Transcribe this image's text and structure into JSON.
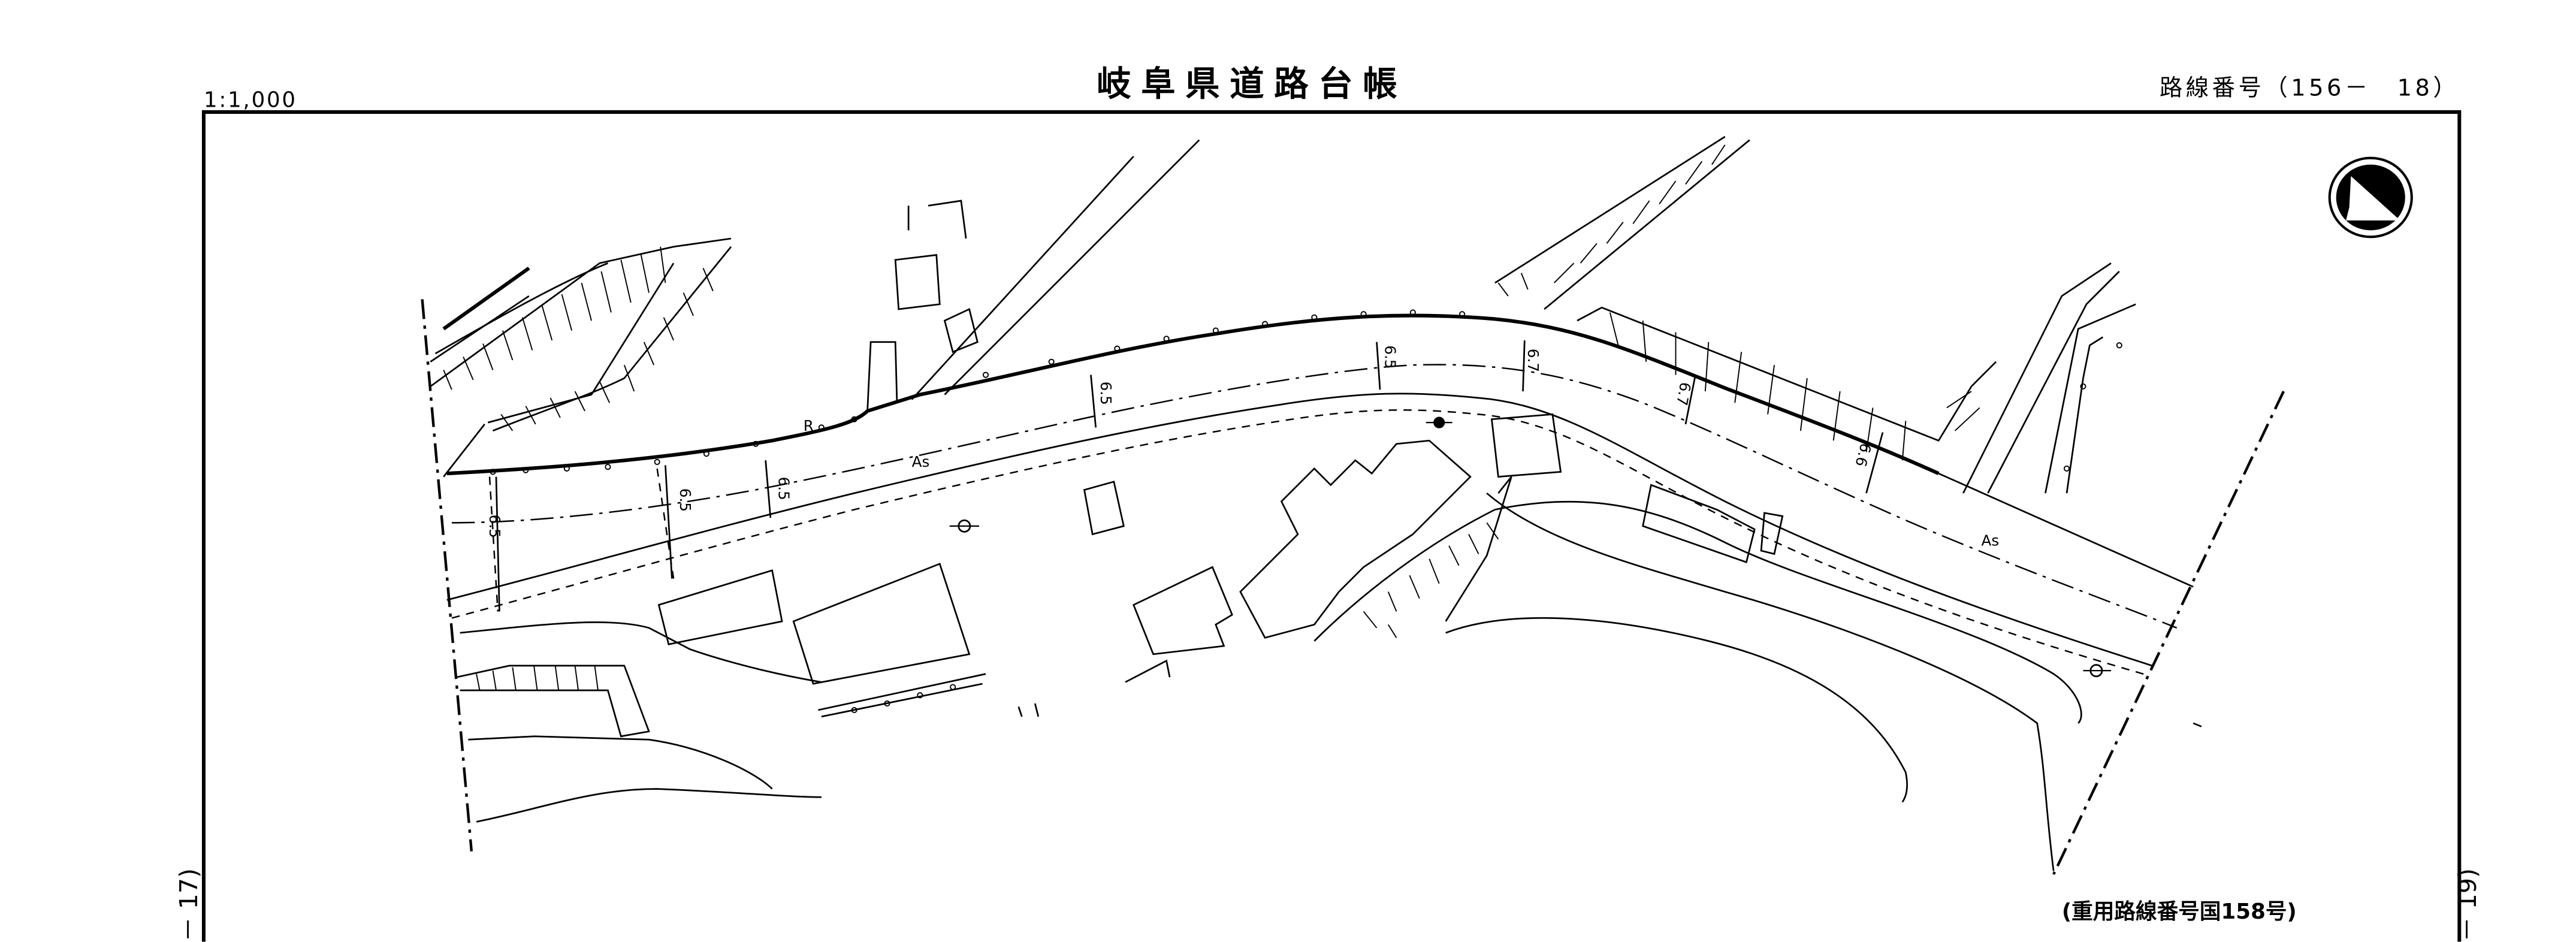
{
  "header": {
    "scale": "1:1,000",
    "title": "岐阜県道路台帳",
    "route_number": "路線番号（156－　18）"
  },
  "adjacent_sheets": {
    "left": "－ 17)",
    "right": "－ 19)"
  },
  "footer_note": "(重用路線番号国158号)",
  "map": {
    "width_labels": [
      "6.5",
      "6.5",
      "6.5",
      "6.5",
      "6.5",
      "6.7",
      "6.6"
    ],
    "surface_labels": [
      "As",
      "As"
    ],
    "misc_label": "R"
  },
  "compass_icon": "north-arrow-icon"
}
